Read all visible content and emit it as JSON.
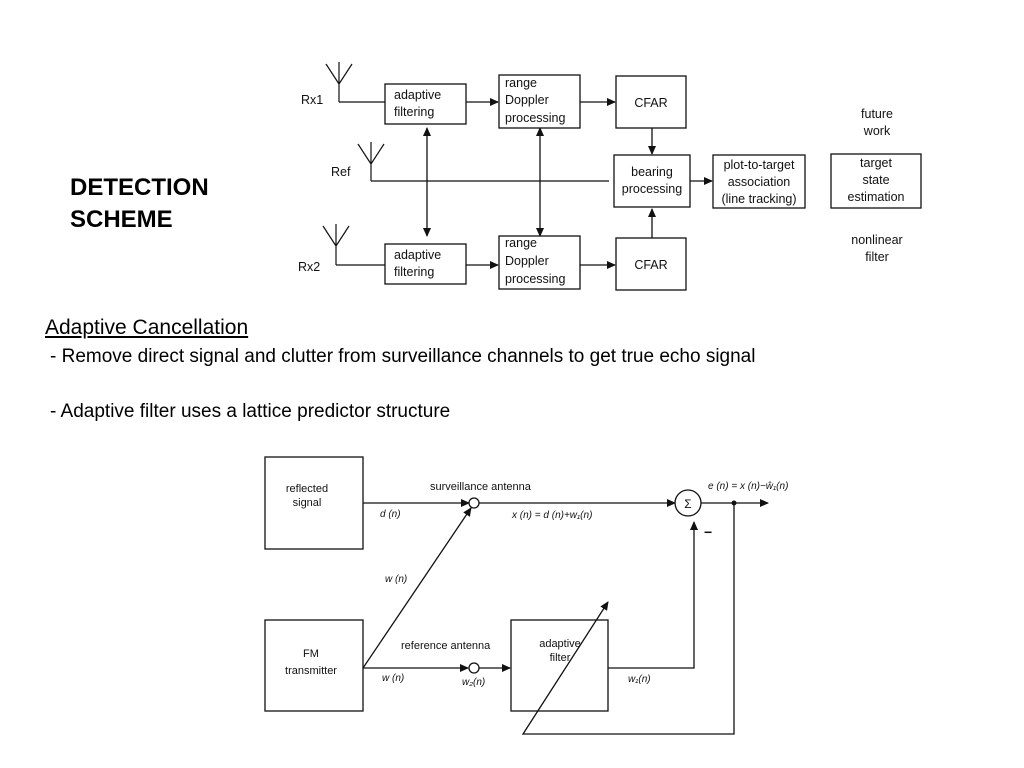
{
  "slide": {
    "title_line1": "DETECTION",
    "title_line2": "SCHEME",
    "section_heading": "Adaptive Cancellation",
    "bullets": [
      "- Remove direct signal and clutter from surveillance channels to get true echo signal",
      "- Adaptive filter uses a lattice predictor structure"
    ]
  },
  "detection_diagram": {
    "inputs": {
      "rx1": "Rx1",
      "ref": "Ref",
      "rx2": "Rx2"
    },
    "adaptive_filtering": [
      "adaptive",
      "filtering"
    ],
    "range_doppler": [
      "range",
      "Doppler",
      "processing"
    ],
    "cfar": "CFAR",
    "bearing": [
      "bearing",
      "processing"
    ],
    "plot_to_target": [
      "plot-to-target",
      "association",
      "(line tracking)"
    ],
    "future_work": [
      "future",
      "work"
    ],
    "target_state": [
      "target",
      "state",
      "estimation"
    ],
    "nonlinear_filter": [
      "nonlinear",
      "filter"
    ]
  },
  "cancellation_diagram": {
    "reflected_signal": [
      "reflected",
      "signal"
    ],
    "fm_transmitter": [
      "FM",
      "transmitter"
    ],
    "adaptive_filter": [
      "adaptive",
      "filter"
    ],
    "surveillance_antenna": "surveillance antenna",
    "reference_antenna": "reference antenna",
    "d_n": "d (n)",
    "w_n_diag": "w (n)",
    "w_n": "w (n)",
    "x_eq": "x (n) = d (n)+w₁(n)",
    "e_eq": "e (n) = x (n)−ŵ₁(n)",
    "sigma": "Σ",
    "minus": "−",
    "w2_n": "w₂(n)",
    "w1_n": "w₁(n)"
  }
}
